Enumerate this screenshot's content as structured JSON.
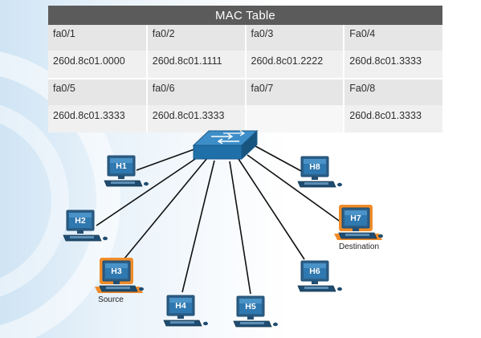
{
  "mac_table": {
    "title": "MAC Table",
    "rows": [
      {
        "ports": [
          "fa0/1",
          "fa0/2",
          "fa0/3",
          "Fa0/4"
        ],
        "macs": [
          "260d.8c01.0000",
          "260d.8c01.1111",
          "260d.8c01.2222",
          "260d.8c01.3333"
        ]
      },
      {
        "ports": [
          "fa0/5",
          "fa0/6",
          "fa0/7",
          "Fa0/8"
        ],
        "macs": [
          "260d.8c01.3333",
          "260d.8c01.3333",
          "",
          "260d.8c01.3333"
        ]
      }
    ]
  },
  "diagram": {
    "switch": {
      "name": "switch"
    },
    "hosts": [
      {
        "id": "H1",
        "label": "H1",
        "highlighted": false,
        "caption": ""
      },
      {
        "id": "H2",
        "label": "H2",
        "highlighted": false,
        "caption": ""
      },
      {
        "id": "H3",
        "label": "H3",
        "highlighted": true,
        "caption": "Source"
      },
      {
        "id": "H4",
        "label": "H4",
        "highlighted": false,
        "caption": ""
      },
      {
        "id": "H5",
        "label": "H5",
        "highlighted": false,
        "caption": ""
      },
      {
        "id": "H6",
        "label": "H6",
        "highlighted": false,
        "caption": ""
      },
      {
        "id": "H7",
        "label": "H7",
        "highlighted": true,
        "caption": "Destination"
      },
      {
        "id": "H8",
        "label": "H8",
        "highlighted": false,
        "caption": ""
      }
    ],
    "colors": {
      "host_screen": "#2f78b0",
      "host_highlight": "#f08c2a",
      "switch_body": "#1f6fa8",
      "link": "#111111"
    }
  }
}
